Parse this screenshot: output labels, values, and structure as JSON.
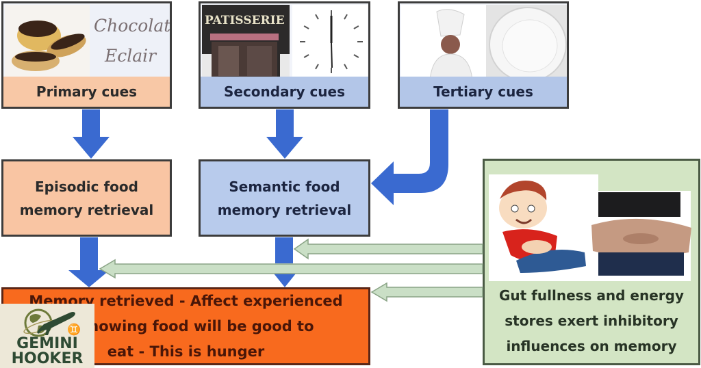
{
  "diagram": {
    "cues": {
      "primary": {
        "label": "Primary cues",
        "image_text_1": "Chocolate",
        "image_text_2": "Eclair",
        "image_desc": "chocolate-eclair-photo"
      },
      "secondary": {
        "label": "Secondary cues",
        "image_text": "PATISSERIE",
        "image_desc": "patisserie-storefront-and-clock"
      },
      "tertiary": {
        "label": "Tertiary cues",
        "image_desc": "chef-and-empty-plate"
      }
    },
    "retrieval": {
      "episodic": {
        "line1": "Episodic food",
        "line2": "memory retrieval"
      },
      "semantic": {
        "line1": "Semantic food",
        "line2": "memory retrieval"
      }
    },
    "result": {
      "line1": "Memory retrieved - Affect experienced",
      "line2": "of knowing food will be good to",
      "line3": "eat - This is hunger"
    },
    "inhibitor": {
      "line1": "Gut fullness and energy",
      "line2": "stores exert inhibitory",
      "line3": "influences on memory",
      "image_desc": "full-boy-and-belly-photo"
    },
    "colors": {
      "arrow_blue": "#3a6ad0",
      "inhibit_arrow_green": "#c9dcc4",
      "primary_peach": "#f8c8a6",
      "secondary_blue": "#b3c6e8",
      "result_orange": "#f86a1e",
      "inhibitor_green": "#d3e5c4"
    }
  },
  "watermark": {
    "line1": "GEMINI",
    "line2": "HOOKER",
    "symbol": "♊"
  }
}
